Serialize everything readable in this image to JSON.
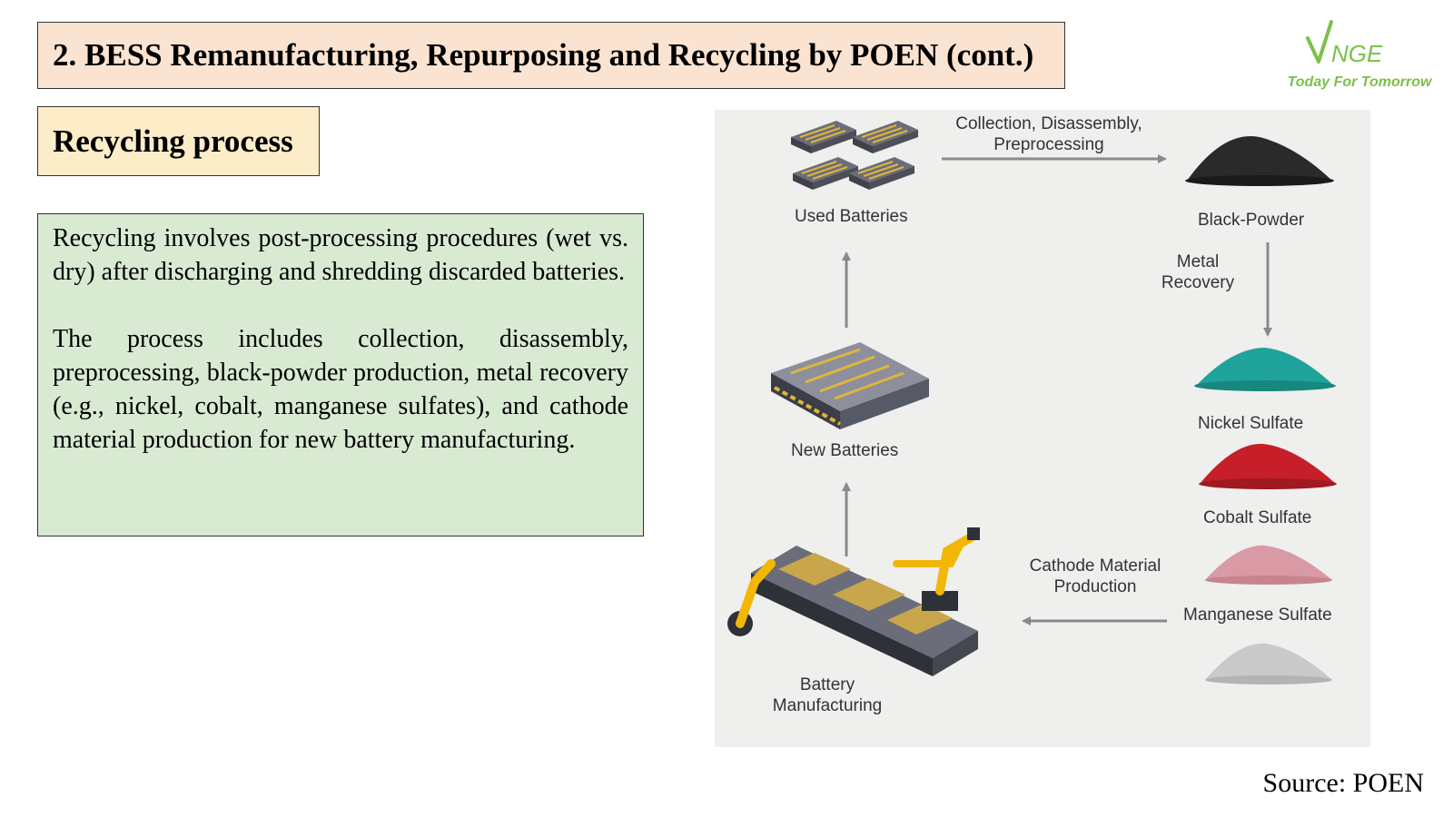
{
  "slide": {
    "title": "2. BESS Remanufacturing, Repurposing and Recycling by POEN (cont.)",
    "section_heading": "Recycling process",
    "paragraphs": [
      "Recycling involves post-processing procedures (wet vs. dry) after discharging and shredding discarded batteries.",
      "The process includes collection, disassembly, preprocessing, black-powder production, metal recovery (e.g., nickel, cobalt, manganese sulfates), and cathode material production for new battery manufacturing."
    ],
    "source": "Source: POEN"
  },
  "logo": {
    "mark": "VNGE",
    "tagline": "Today For Tomorrow",
    "color": "#7cc04a"
  },
  "diagram": {
    "labels": {
      "used_batteries": "Used Batteries",
      "collection_line1": "Collection, Disassembly,",
      "collection_line2": "Preprocessing",
      "black_powder": "Black-Powder",
      "metal_line1": "Metal",
      "metal_line2": "Recovery",
      "nickel": "Nickel Sulfate",
      "cobalt": "Cobalt Sulfate",
      "manganese": "Manganese Sulfate",
      "cathode_line1": "Cathode Material",
      "cathode_line2": "Production",
      "manufacturing_line1": "Battery",
      "manufacturing_line2": "Manufacturing",
      "new_batteries": "New Batteries"
    },
    "colors": {
      "black_powder": "#2a2a2a",
      "nickel": "#1fa39a",
      "cobalt": "#c61f2a",
      "manganese": "#d99aa6",
      "grey_powder": "#c9c9c9",
      "arrow": "#8a8a8a",
      "robot": "#f2b705"
    }
  }
}
